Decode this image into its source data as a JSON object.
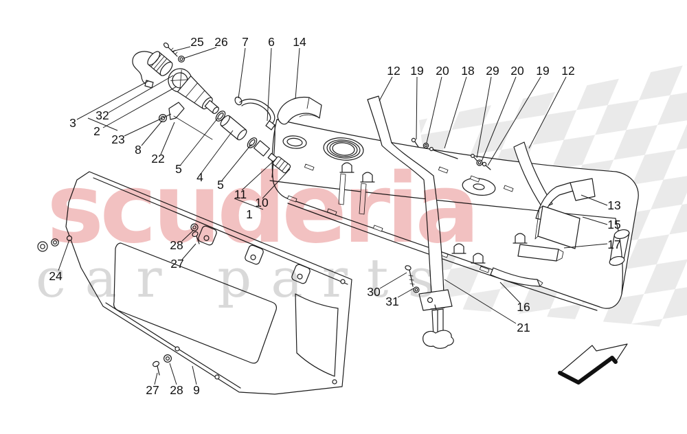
{
  "watermark": {
    "brand": "scuderia",
    "tagline": "car parts",
    "brand_color": "#f2c1c1",
    "tagline_color": "#d9d9d9"
  },
  "diagram": {
    "type": "exploded parts diagram",
    "subject": "fuel tank with heat shields, straps, pump and fasteners",
    "line_color": "#1b1b1b",
    "flag_color": "#d8d8d8",
    "background": "#ffffff"
  },
  "callouts": [
    "25",
    "26",
    "7",
    "6",
    "14",
    "12",
    "19",
    "20",
    "18",
    "29",
    "20",
    "19",
    "12",
    "3",
    "32",
    "2",
    "23",
    "8",
    "22",
    "5",
    "4",
    "5",
    "11",
    "10",
    "1",
    "13",
    "15",
    "17",
    "16",
    "21",
    "30",
    "31",
    "24",
    "28",
    "27",
    "27",
    "28",
    "9"
  ]
}
